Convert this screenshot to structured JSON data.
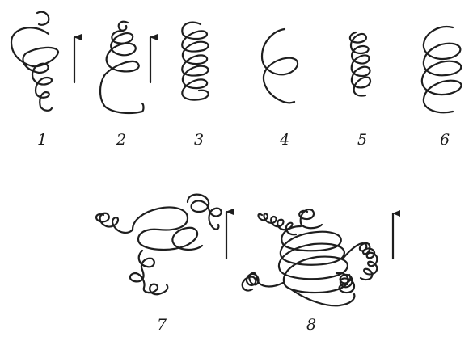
{
  "figure": {
    "stroke_color": "#1e1e1e",
    "background_color": "#ffffff",
    "panels": [
      {
        "label": "1",
        "shape": "tapering-helix",
        "growth_arrow": true
      },
      {
        "label": "2",
        "shape": "tapering-helix",
        "growth_arrow": true
      },
      {
        "label": "3",
        "shape": "regular-helix",
        "growth_arrow": false
      },
      {
        "label": "4",
        "shape": "single-turn-helix",
        "growth_arrow": false
      },
      {
        "label": "5",
        "shape": "tight-helix",
        "growth_arrow": false
      },
      {
        "label": "6",
        "shape": "wide-helix",
        "growth_arrow": false
      },
      {
        "label": "7",
        "shape": "branched-helix",
        "growth_arrow": true
      },
      {
        "label": "8",
        "shape": "branched-helix",
        "growth_arrow": true
      }
    ]
  }
}
